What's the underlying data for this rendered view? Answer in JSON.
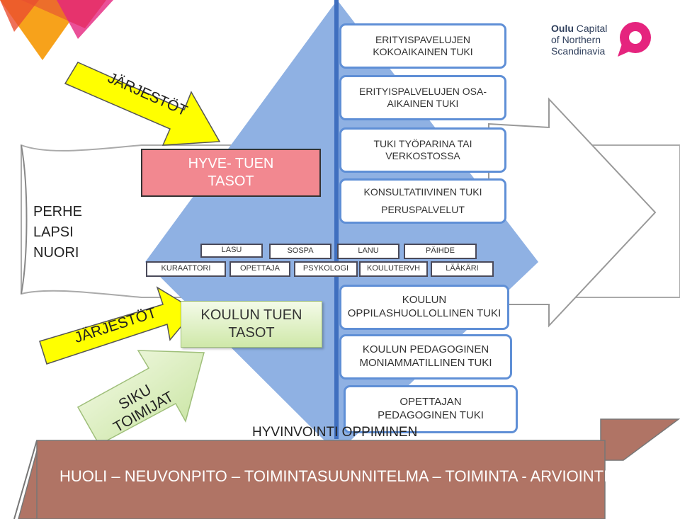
{
  "logo": {
    "line1_bold": "Oulu",
    "line1_rest": " Capital",
    "line2": "of Northern",
    "line3": "Scandinavia",
    "accent_color": "#e5247e"
  },
  "left_label": {
    "lines": [
      "PERHE",
      "LAPSI",
      "NUORI"
    ]
  },
  "arrows": {
    "top_yellow": "JÄRJESTÖT",
    "bottom_yellow": "JÄRJESTÖT",
    "green": [
      "SIKU",
      "TOIMIJAT"
    ]
  },
  "hyve_box": {
    "lines": [
      "HYVE- TUEN",
      "TASOT"
    ]
  },
  "koulu_box": {
    "lines": [
      "KOULUN TUEN",
      "TASOT"
    ]
  },
  "right_boxes": [
    "ERITYISPAVELUJEN KOKOAIKAINEN TUKI",
    "ERITYISPALVELUJEN OSA-AIKAINEN TUKI",
    "TUKI TYÖPARINA TAI VERKOSTOSSA",
    "KONSULTATIIVINEN TUKI",
    "PERUSPALVELUT",
    "KOULUN OPPILASHUOLLOLLINEN TUKI",
    "KOULUN PEDAGOGINEN MONIAMMATILLINEN TUKI",
    "OPETTAJAN PEDAGOGINEN TUKI"
  ],
  "row1": [
    "LASU",
    "SOSPA",
    "LANU",
    "PÄIHDE"
  ],
  "row2": [
    "KURAATTORI",
    "OPETTAJA",
    "PSYKOLOGI",
    "KOULUTERVH",
    "LÄÄKÄRI"
  ],
  "bottom_title": "HYVINVOINTI OPPIMINEN",
  "banner": "HUOLI – NEUVONPITO – TOIMINTASUUNNITELMA – TOIMINTA - ARVIOINTI",
  "colors": {
    "diamond": "#8fb1e3",
    "axis": "#3f6fbf",
    "yellow": "#ffff00",
    "banner": "#b07465",
    "box_border": "#5f8fd6",
    "pink": "#f28890"
  }
}
